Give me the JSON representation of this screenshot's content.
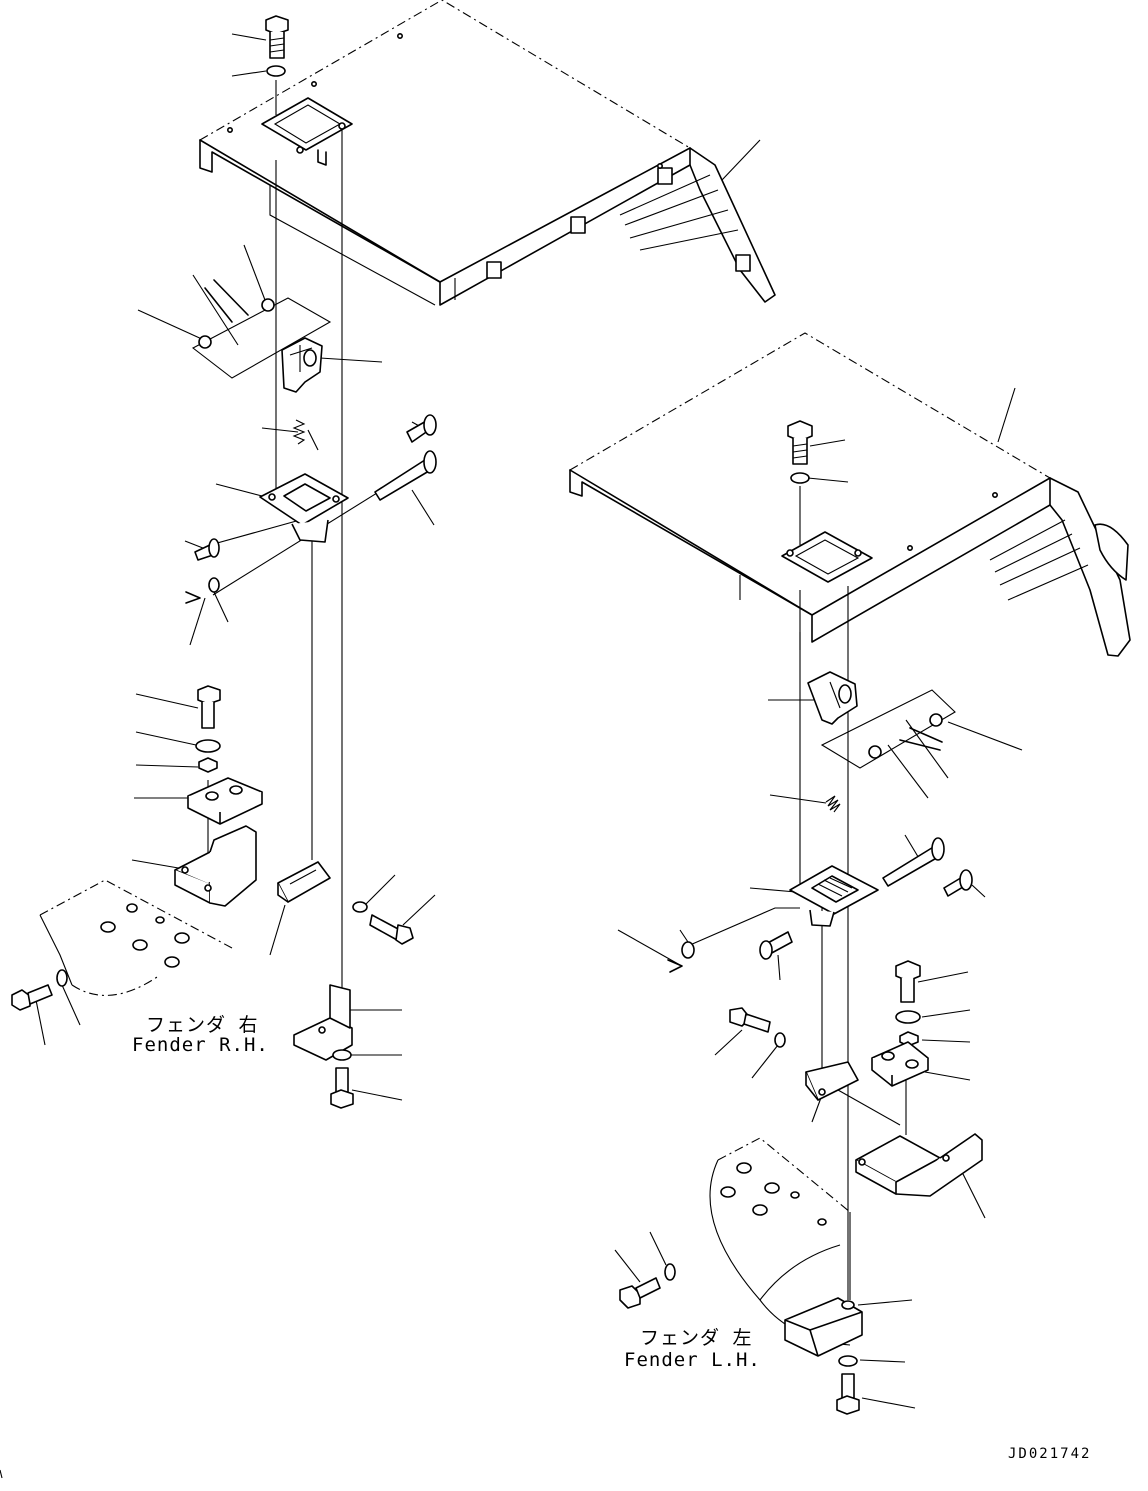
{
  "labels": {
    "fender_rh_jp": "フェンダ 右",
    "fender_rh_en": "Fender R.H.",
    "fender_lh_jp": "フェンダ 左",
    "fender_lh_en": "Fender L.H."
  },
  "drawing_number": "JD021742"
}
